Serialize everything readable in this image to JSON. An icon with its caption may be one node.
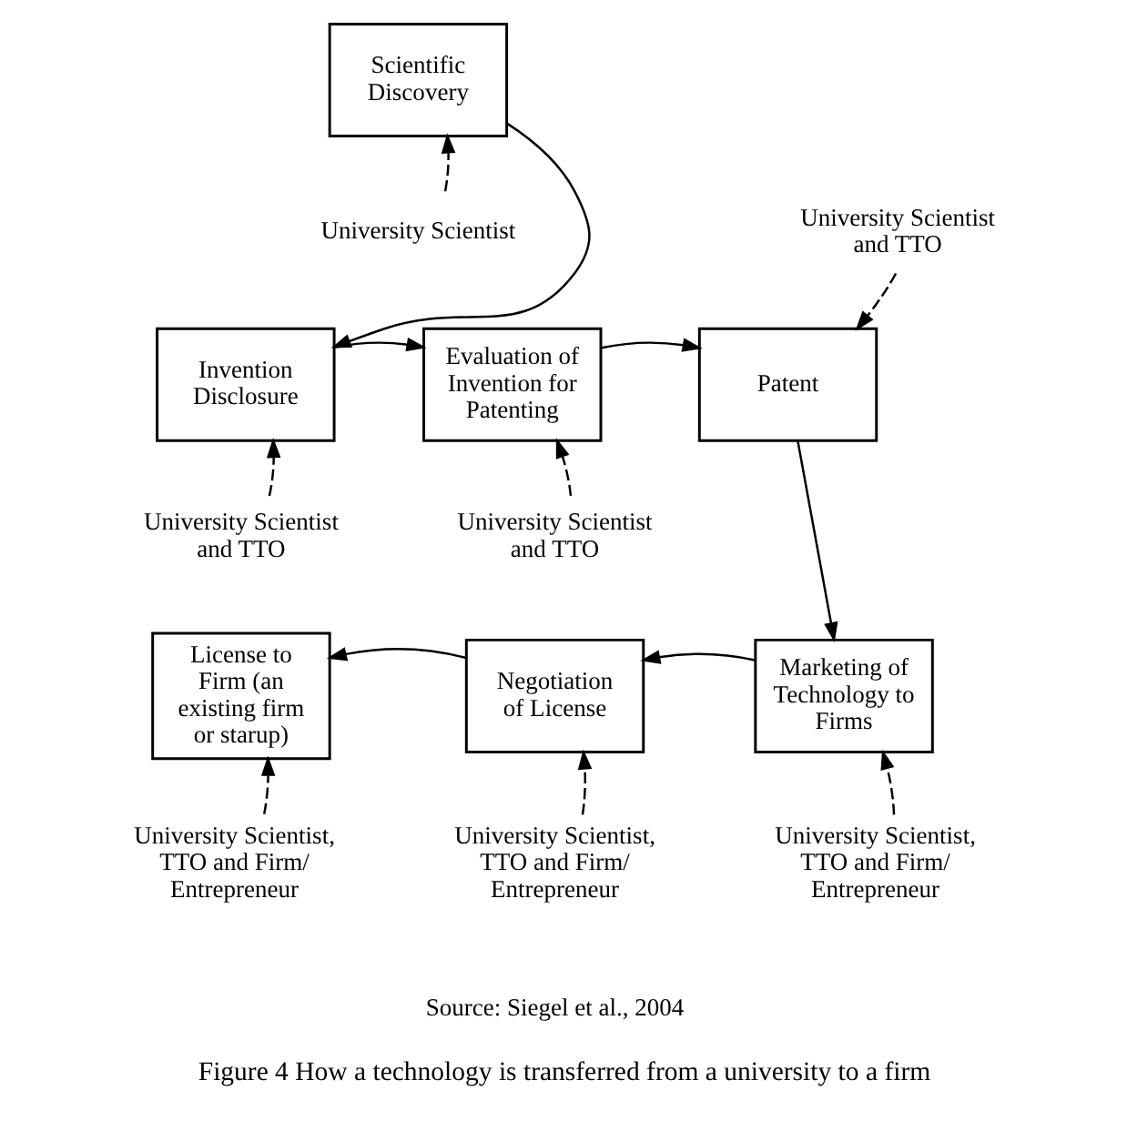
{
  "diagram": {
    "caption": "Figure 4 How a technology is transferred from a university to a firm",
    "nodes": [
      {
        "text": [
          "Scientific Discovery"
        ]
      },
      {
        "text": [
          "University Scientist"
        ]
      },
      {
        "text": [
          "Invention Disclosure"
        ]
      },
      {
        "text": [
          "Evaluation of Invention for Patenting"
        ]
      },
      {
        "text": [
          "Patent"
        ]
      },
      {
        "text": [
          "University Scientist and TTO"
        ]
      },
      {
        "text": [
          "University Scientist and TTO"
        ]
      },
      {
        "text": [
          "University Scientist and TTO"
        ]
      },
      {
        "text": [
          "License to Firm (an existing firm or starup)"
        ]
      },
      {
        "text": [
          "Negotiation of License"
        ]
      },
      {
        "text": [
          "Marketing of Technology to Firms"
        ]
      },
      {
        "text": [
          "University Scientist, TTO and Firm/ Entrepreneur"
        ]
      },
      {
        "text": [
          "University Scientist, TTO and Firm/ Entrepreneur"
        ]
      },
      {
        "text": [
          "University Scientist, TTO and Firm/ Entrepreneur"
        ]
      }
    ],
    "edges": [
      {
        "from": 0,
        "to": 2,
        "arrow": "to"
      },
      {
        "from": 1,
        "to": 0,
        "arrow": "to",
        "style": "dashed"
      },
      {
        "from": 2,
        "to": 3,
        "arrow": "to"
      },
      {
        "from": 3,
        "to": 4,
        "arrow": "to"
      },
      {
        "from": 5,
        "to": 4,
        "arrow": "to",
        "style": "dashed"
      },
      {
        "from": 6,
        "to": 2,
        "arrow": "to",
        "style": "dashed"
      },
      {
        "from": 7,
        "to": 3,
        "arrow": "to",
        "style": "dashed"
      },
      {
        "from": 4,
        "to": 10,
        "arrow": "to"
      },
      {
        "from": 10,
        "to": 9,
        "arrow": "to"
      },
      {
        "from": 9,
        "to": 8,
        "arrow": "to"
      },
      {
        "from": 11,
        "to": 8,
        "arrow": "to",
        "style": "dashed"
      },
      {
        "from": 12,
        "to": 9,
        "arrow": "to",
        "style": "dashed"
      },
      {
        "from": 13,
        "to": 10,
        "arrow": "to",
        "style": "dashed"
      }
    ],
    "labels": [
      "Source: Siegel et al., 2004"
    ]
  }
}
